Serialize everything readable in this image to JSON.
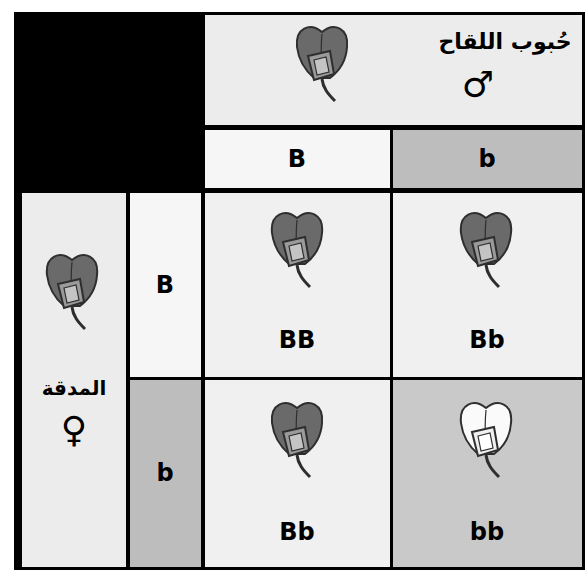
{
  "diagram": {
    "labels": [
      "حُبوب اللقاح",
      "♂",
      "B",
      "b",
      "المدقة",
      "♀",
      "B",
      "b",
      "BB",
      "Bb",
      "Bb",
      "bb"
    ]
  }
}
